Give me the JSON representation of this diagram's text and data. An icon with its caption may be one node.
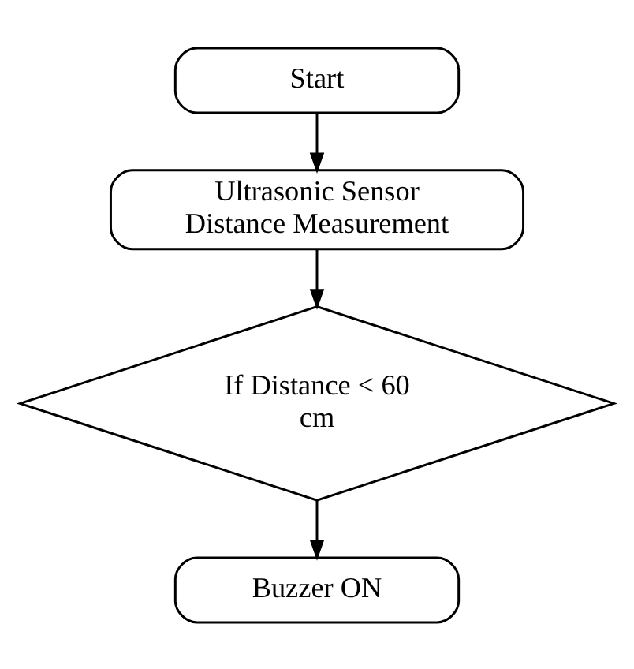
{
  "diagram": {
    "nodes": [
      {
        "text": [
          "Start"
        ]
      },
      {
        "text": [
          "Ultrasonic Sensor Distance Measurement"
        ]
      },
      {
        "text": [
          "If Distance < 60 cm"
        ]
      },
      {
        "text": [
          "Buzzer ON"
        ]
      }
    ],
    "edges": [
      {
        "from": 0,
        "to": 1,
        "arrow": "to"
      },
      {
        "from": 1,
        "to": 2,
        "arrow": "to"
      },
      {
        "from": 2,
        "to": 3,
        "arrow": "to"
      }
    ]
  }
}
